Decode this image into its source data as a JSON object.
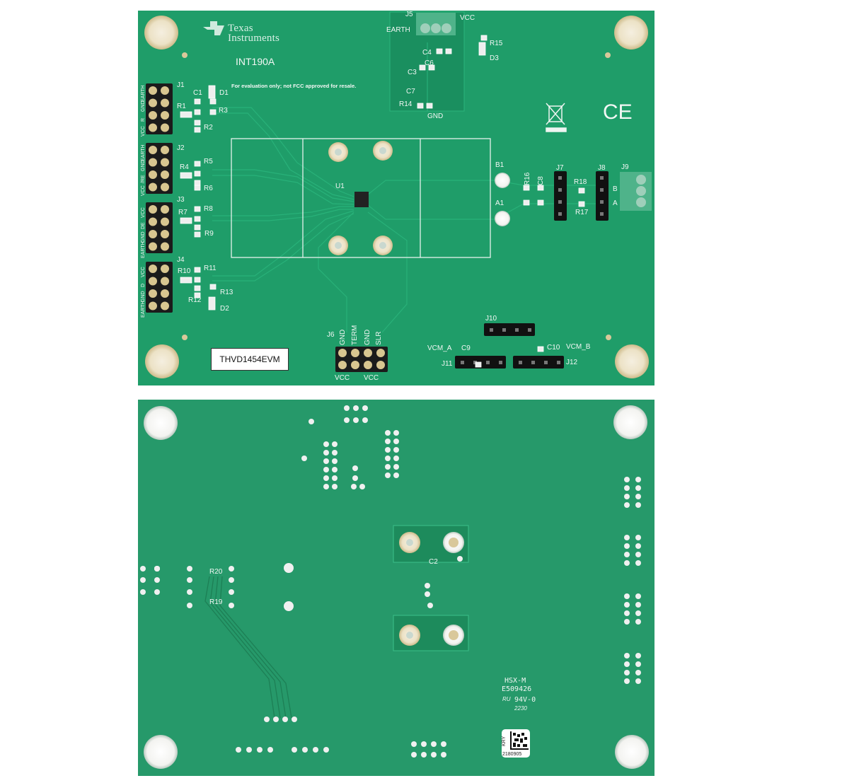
{
  "colors": {
    "board": "#1f9d69",
    "board_bottom": "#26996a",
    "silkscreen": "#f2f7f4",
    "pad_gold": "#e3d3a5",
    "header": "#1b1b1b",
    "terminal_block": "#4fb38a"
  },
  "top_board": {
    "logo": {
      "line1": "Texas",
      "line2": "Instruments"
    },
    "board_id": "INT190A",
    "disclaimer": "For evaluation only; not FCC approved for resale.",
    "product_label": "THVD1454EVM",
    "icons": [
      "weee-bin-icon",
      "ce-mark-icon"
    ],
    "ce_text": "CE",
    "designators": {
      "J1": "J1",
      "C1": "C1",
      "D1": "D1",
      "R1": "R1",
      "R3": "R3",
      "R2": "R2",
      "J2": "J2",
      "R4": "R4",
      "R5": "R5",
      "R6": "R6",
      "J3": "J3",
      "R7": "R7",
      "R8": "R8",
      "R9": "R9",
      "J4": "J4",
      "R10": "R10",
      "R11": "R11",
      "R12": "R12",
      "R13": "R13",
      "D2": "D2",
      "J5": "J5",
      "C3": "C3",
      "C4": "C4",
      "C6": "C6",
      "C7": "C7",
      "R14": "R14",
      "R15": "R15",
      "D3": "D3",
      "U1": "U1",
      "B1": "B1",
      "A1": "A1",
      "R16": "R16",
      "C8": "C8",
      "J7": "J7",
      "R17": "R17",
      "R18": "R18",
      "J8": "J8",
      "J9": "J9",
      "J6": "J6",
      "J10": "J10",
      "J11": "J11",
      "J12": "J12",
      "C9": "C9",
      "C10": "C10"
    },
    "pin_labels": {
      "J1": [
        "EARTH",
        "GND",
        "R",
        "VCC"
      ],
      "J2": [
        "EARTH",
        "GND",
        "/RE",
        "VCC"
      ],
      "J3": [
        "VCC",
        "DE",
        "GND",
        "EARTH"
      ],
      "J4": [
        "VCC",
        "D",
        "GND",
        "EARTH"
      ],
      "J5": {
        "earth": "EARTH",
        "vcc": "VCC",
        "gnd": "GND"
      },
      "J6": {
        "top": [
          "GND",
          "TERM",
          "GND",
          "SLR"
        ],
        "bottom": [
          "VCC",
          "VCC"
        ]
      },
      "J9": {
        "b": "B",
        "a": "A"
      },
      "vcm_a": "VCM_A",
      "vcm_b": "VCM_B"
    }
  },
  "bottom_board": {
    "designators": {
      "R19": "R19",
      "R20": "R20",
      "C2": "C2"
    },
    "fab_marking": [
      "HSX-M",
      "E509426",
      "94V-0",
      "2230"
    ],
    "ul_mark": "RU",
    "datamatrix_label": {
      "prefix": "KRY",
      "code": "2180905"
    }
  }
}
